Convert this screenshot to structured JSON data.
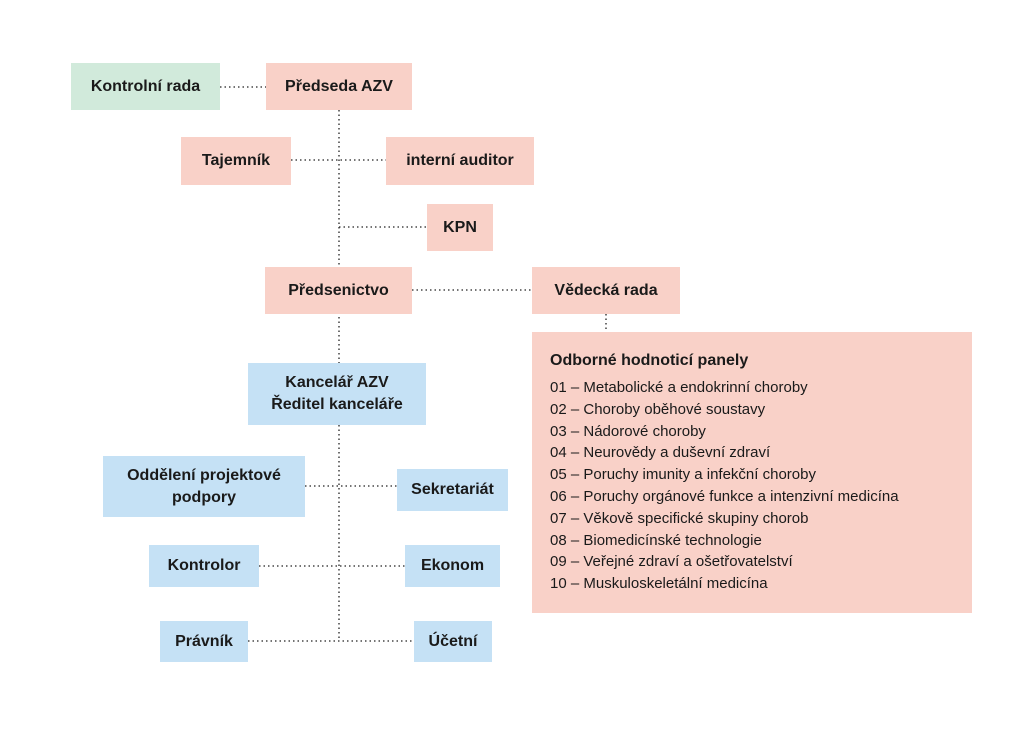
{
  "nodes": {
    "kontrolni_rada": "Kontrolní rada",
    "predseda": "Předseda AZV",
    "tajemnik": "Tajemník",
    "interni_auditor": "interní auditor",
    "kpn": "KPN",
    "predsenictvo": "Předsenictvo",
    "vedecka_rada": "Vědecká rada",
    "kancelar_line1": "Kancelář AZV",
    "kancelar_line2": "Ředitel kanceláře",
    "oddeleni_line1": "Oddělení projektové",
    "oddeleni_line2": "podpory",
    "sekretariat": "Sekretariát",
    "kontrolor": "Kontrolor",
    "ekonom": "Ekonom",
    "pravnik": "Právník",
    "ucetni": "Účetní"
  },
  "panels": {
    "title": "Odborné hodnoticí panely",
    "items": [
      "01 – Metabolické a endokrinní choroby",
      "02 – Choroby oběhové soustavy",
      "03 – Nádorové choroby",
      "04 – Neurovědy a duševní zdraví",
      "05 – Poruchy imunity a infekční choroby",
      "06 – Poruchy orgánové funkce a intenzivní medicína",
      "07 – Věkově specifické skupiny chorob",
      "08 – Biomedicínské technologie",
      "09 – Veřejné zdraví a ošetřovatelství",
      "10 – Muskuloskeletální medicína"
    ]
  },
  "colors": {
    "board": "#f9d1c8",
    "office": "#c5e1f5",
    "control": "#d1eadb",
    "connector": "#222222"
  }
}
